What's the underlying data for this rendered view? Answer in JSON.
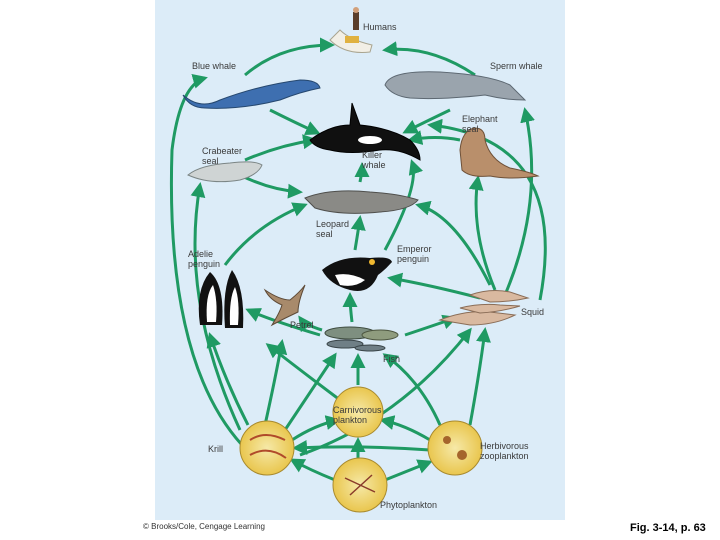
{
  "organisms": {
    "humans": "Humans",
    "blue_whale": "Blue whale",
    "sperm_whale": "Sperm whale",
    "elephant_seal": "Elephant\nseal",
    "crabeater_seal": "Crabeater\nseal",
    "killer_whale": "Killer\nwhale",
    "leopard_seal": "Leopard\nseal",
    "adelie_penguin": "Adelie\npenguin",
    "emperor_penguin": "Emperor\npenguin",
    "petrel": "Petrel",
    "squid": "Squid",
    "fish": "Fish",
    "carnivorous_plankton": "Carnivorous\nplankton",
    "krill": "Krill",
    "herbivorous_zooplankton": "Herbivorous\nzooplankton",
    "phytoplankton": "Phytoplankton"
  },
  "credit": "© Brooks/Cole, Cengage Learning",
  "caption": "Fig. 3-14, p. 63",
  "colors": {
    "arrow": "#1f9a63",
    "background": "#dcecf8"
  }
}
